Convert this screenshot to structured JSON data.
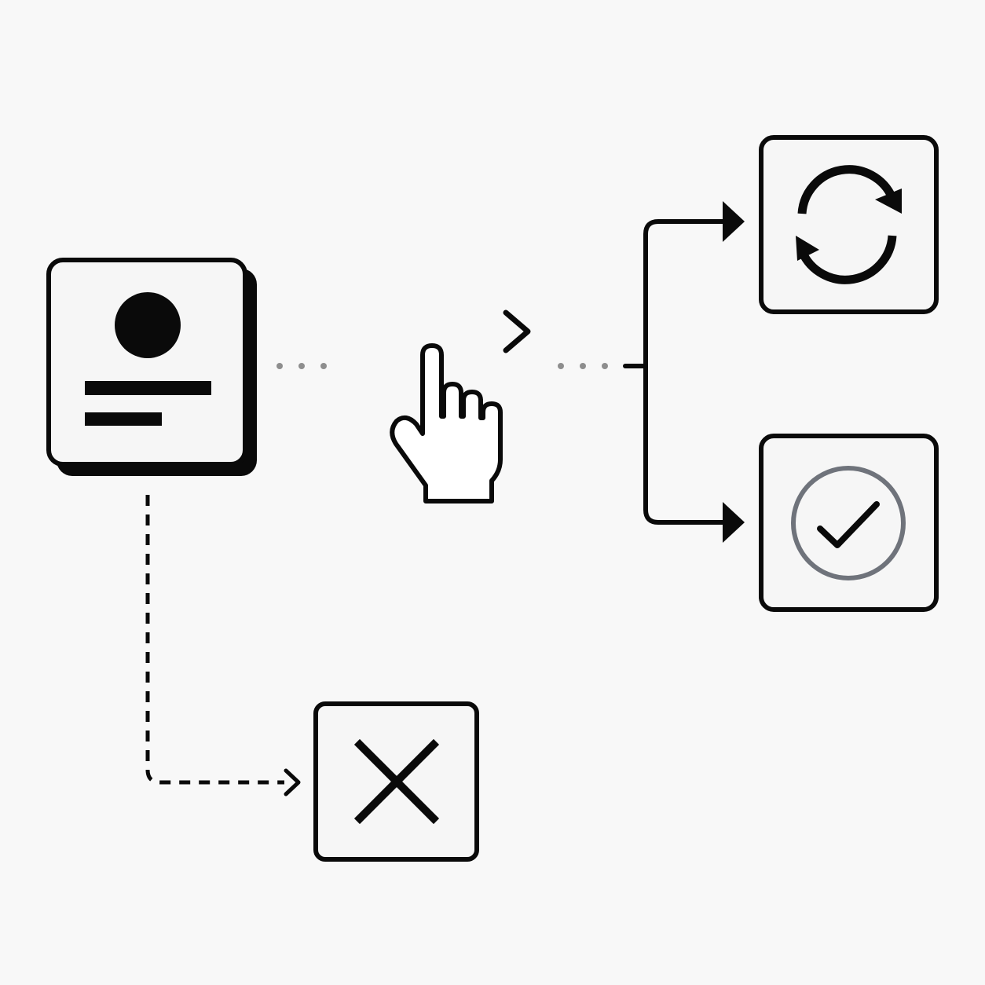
{
  "diagram": {
    "nodes": [
      {
        "id": "profile-card",
        "icon": "user-profile-card-icon"
      },
      {
        "id": "swipe-gesture",
        "icon": "swipe-right-hand-icon"
      },
      {
        "id": "refresh-node",
        "icon": "refresh-icon"
      },
      {
        "id": "confirm-node",
        "icon": "check-circle-icon"
      },
      {
        "id": "reject-node",
        "icon": "close-x-icon"
      }
    ],
    "connectors": [
      {
        "from": "profile-card",
        "to": "swipe-gesture",
        "style": "dotted"
      },
      {
        "from": "swipe-gesture",
        "to": "branch",
        "style": "dotted"
      },
      {
        "from": "branch",
        "to": "refresh-node",
        "style": "solid-arrow"
      },
      {
        "from": "branch",
        "to": "confirm-node",
        "style": "solid-arrow"
      },
      {
        "from": "profile-card",
        "to": "reject-node",
        "style": "dashed-arrow"
      }
    ],
    "colors": {
      "background": "#f8f8f8",
      "ink": "#0a0a0a",
      "card_fill": "#f6f6f6",
      "dotted_gray": "#8e8e8e",
      "check_ring": "#6f737b"
    }
  }
}
